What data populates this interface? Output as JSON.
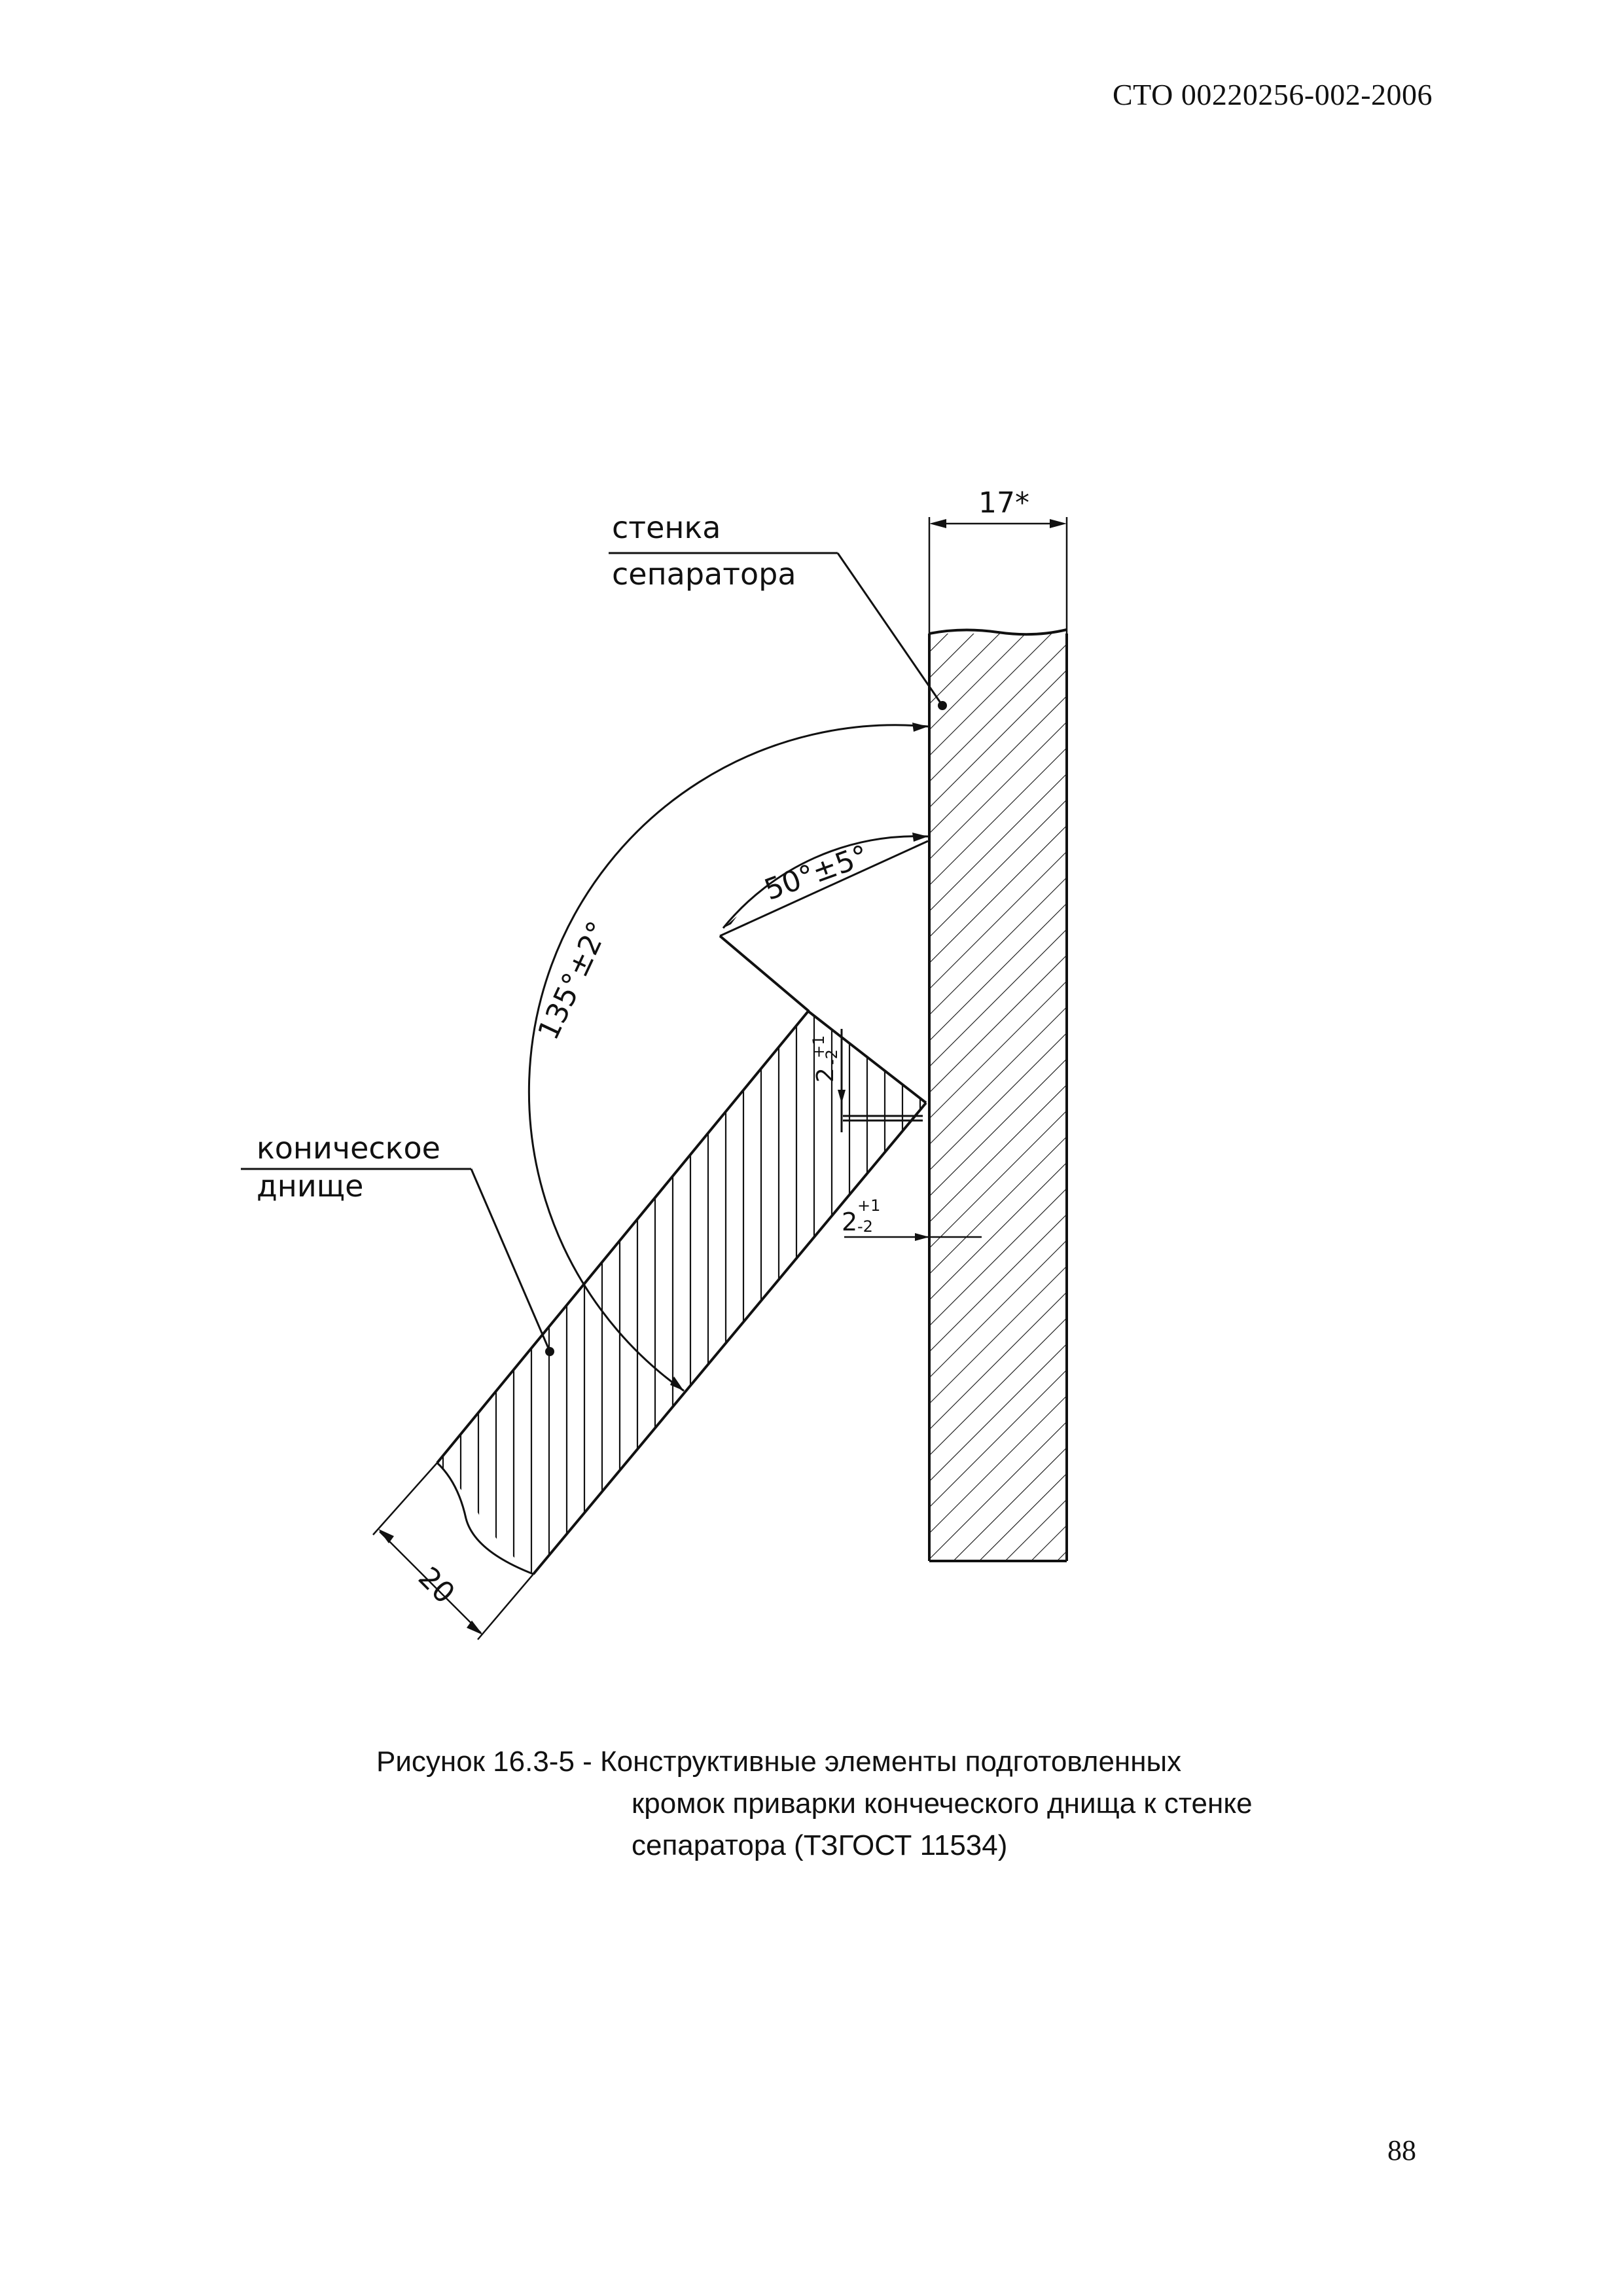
{
  "header": {
    "document_code": "СТО 00220256-002-2006"
  },
  "drawing": {
    "labels": {
      "wall_line1": "стенка",
      "wall_line2": "сепаратора",
      "bottom_line1": "коническое",
      "bottom_line2": "днище"
    },
    "dimensions": {
      "wall_thickness": "17*",
      "angle_outer": "135°±2°",
      "angle_bevel": "50°±5°",
      "gap_value": "2",
      "gap_tolerance_upper": "+1",
      "gap_tolerance_lower": "-2",
      "root_value": "2",
      "root_tolerance_upper": "+1",
      "root_tolerance_lower": "-2",
      "bottom_thickness": "20"
    }
  },
  "caption": {
    "line1": "Рисунок 16.3-5 - Конструктивные элементы подготовленных",
    "line2": "кромок приварки кончеческого днища к стенке",
    "line3": "сепаратора (ТЗГОСТ 11534)"
  },
  "footer": {
    "page_number": "88"
  }
}
